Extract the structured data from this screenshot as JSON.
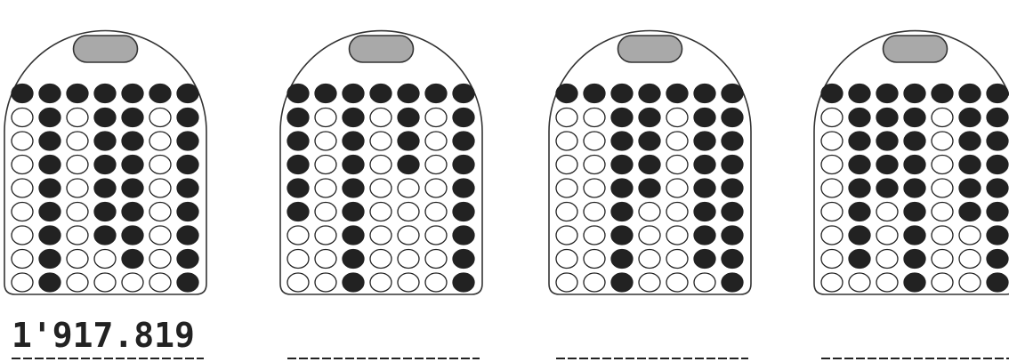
{
  "colors": {
    "dark": "#222222",
    "light": "#ffffff",
    "handle": "#a9a9a9",
    "outline": "#333333"
  },
  "abacuses": [
    {
      "answer_text": "1'917.819",
      "top_row": [
        1,
        1,
        1,
        1,
        1,
        1,
        1
      ],
      "rows": [
        [
          0,
          1,
          0,
          1,
          1,
          0,
          1
        ],
        [
          0,
          1,
          0,
          1,
          1,
          0,
          1
        ],
        [
          0,
          1,
          0,
          1,
          1,
          0,
          1
        ],
        [
          0,
          1,
          0,
          1,
          1,
          0,
          1
        ],
        [
          0,
          1,
          0,
          1,
          1,
          0,
          1
        ],
        [
          0,
          1,
          0,
          1,
          1,
          0,
          1
        ],
        [
          0,
          1,
          0,
          0,
          1,
          0,
          1
        ],
        [
          0,
          1,
          0,
          0,
          0,
          0,
          1
        ]
      ]
    },
    {
      "answer_text": "",
      "top_row": [
        1,
        1,
        1,
        1,
        1,
        1,
        1
      ],
      "rows": [
        [
          1,
          0,
          1,
          0,
          1,
          0,
          1
        ],
        [
          1,
          0,
          1,
          0,
          1,
          0,
          1
        ],
        [
          1,
          0,
          1,
          0,
          1,
          0,
          1
        ],
        [
          1,
          0,
          1,
          0,
          0,
          0,
          1
        ],
        [
          1,
          0,
          1,
          0,
          0,
          0,
          1
        ],
        [
          0,
          0,
          1,
          0,
          0,
          0,
          1
        ],
        [
          0,
          0,
          1,
          0,
          0,
          0,
          1
        ],
        [
          0,
          0,
          1,
          0,
          0,
          0,
          1
        ]
      ]
    },
    {
      "answer_text": "",
      "top_row": [
        1,
        1,
        1,
        1,
        1,
        1,
        1
      ],
      "rows": [
        [
          0,
          0,
          1,
          1,
          0,
          1,
          1
        ],
        [
          0,
          0,
          1,
          1,
          0,
          1,
          1
        ],
        [
          0,
          0,
          1,
          1,
          0,
          1,
          1
        ],
        [
          0,
          0,
          1,
          1,
          0,
          1,
          1
        ],
        [
          0,
          0,
          1,
          0,
          0,
          1,
          1
        ],
        [
          0,
          0,
          1,
          0,
          0,
          1,
          1
        ],
        [
          0,
          0,
          1,
          0,
          0,
          1,
          1
        ],
        [
          0,
          0,
          1,
          0,
          0,
          0,
          1
        ]
      ]
    },
    {
      "answer_text": "",
      "top_row": [
        1,
        1,
        1,
        1,
        1,
        1,
        1
      ],
      "rows": [
        [
          0,
          1,
          1,
          1,
          0,
          1,
          1
        ],
        [
          0,
          1,
          1,
          1,
          0,
          1,
          1
        ],
        [
          0,
          1,
          1,
          1,
          0,
          1,
          1
        ],
        [
          0,
          1,
          1,
          1,
          0,
          1,
          1
        ],
        [
          0,
          1,
          0,
          1,
          0,
          1,
          1
        ],
        [
          0,
          1,
          0,
          1,
          0,
          0,
          1
        ],
        [
          0,
          1,
          0,
          1,
          0,
          0,
          1
        ],
        [
          0,
          0,
          0,
          1,
          0,
          0,
          1
        ]
      ]
    }
  ]
}
